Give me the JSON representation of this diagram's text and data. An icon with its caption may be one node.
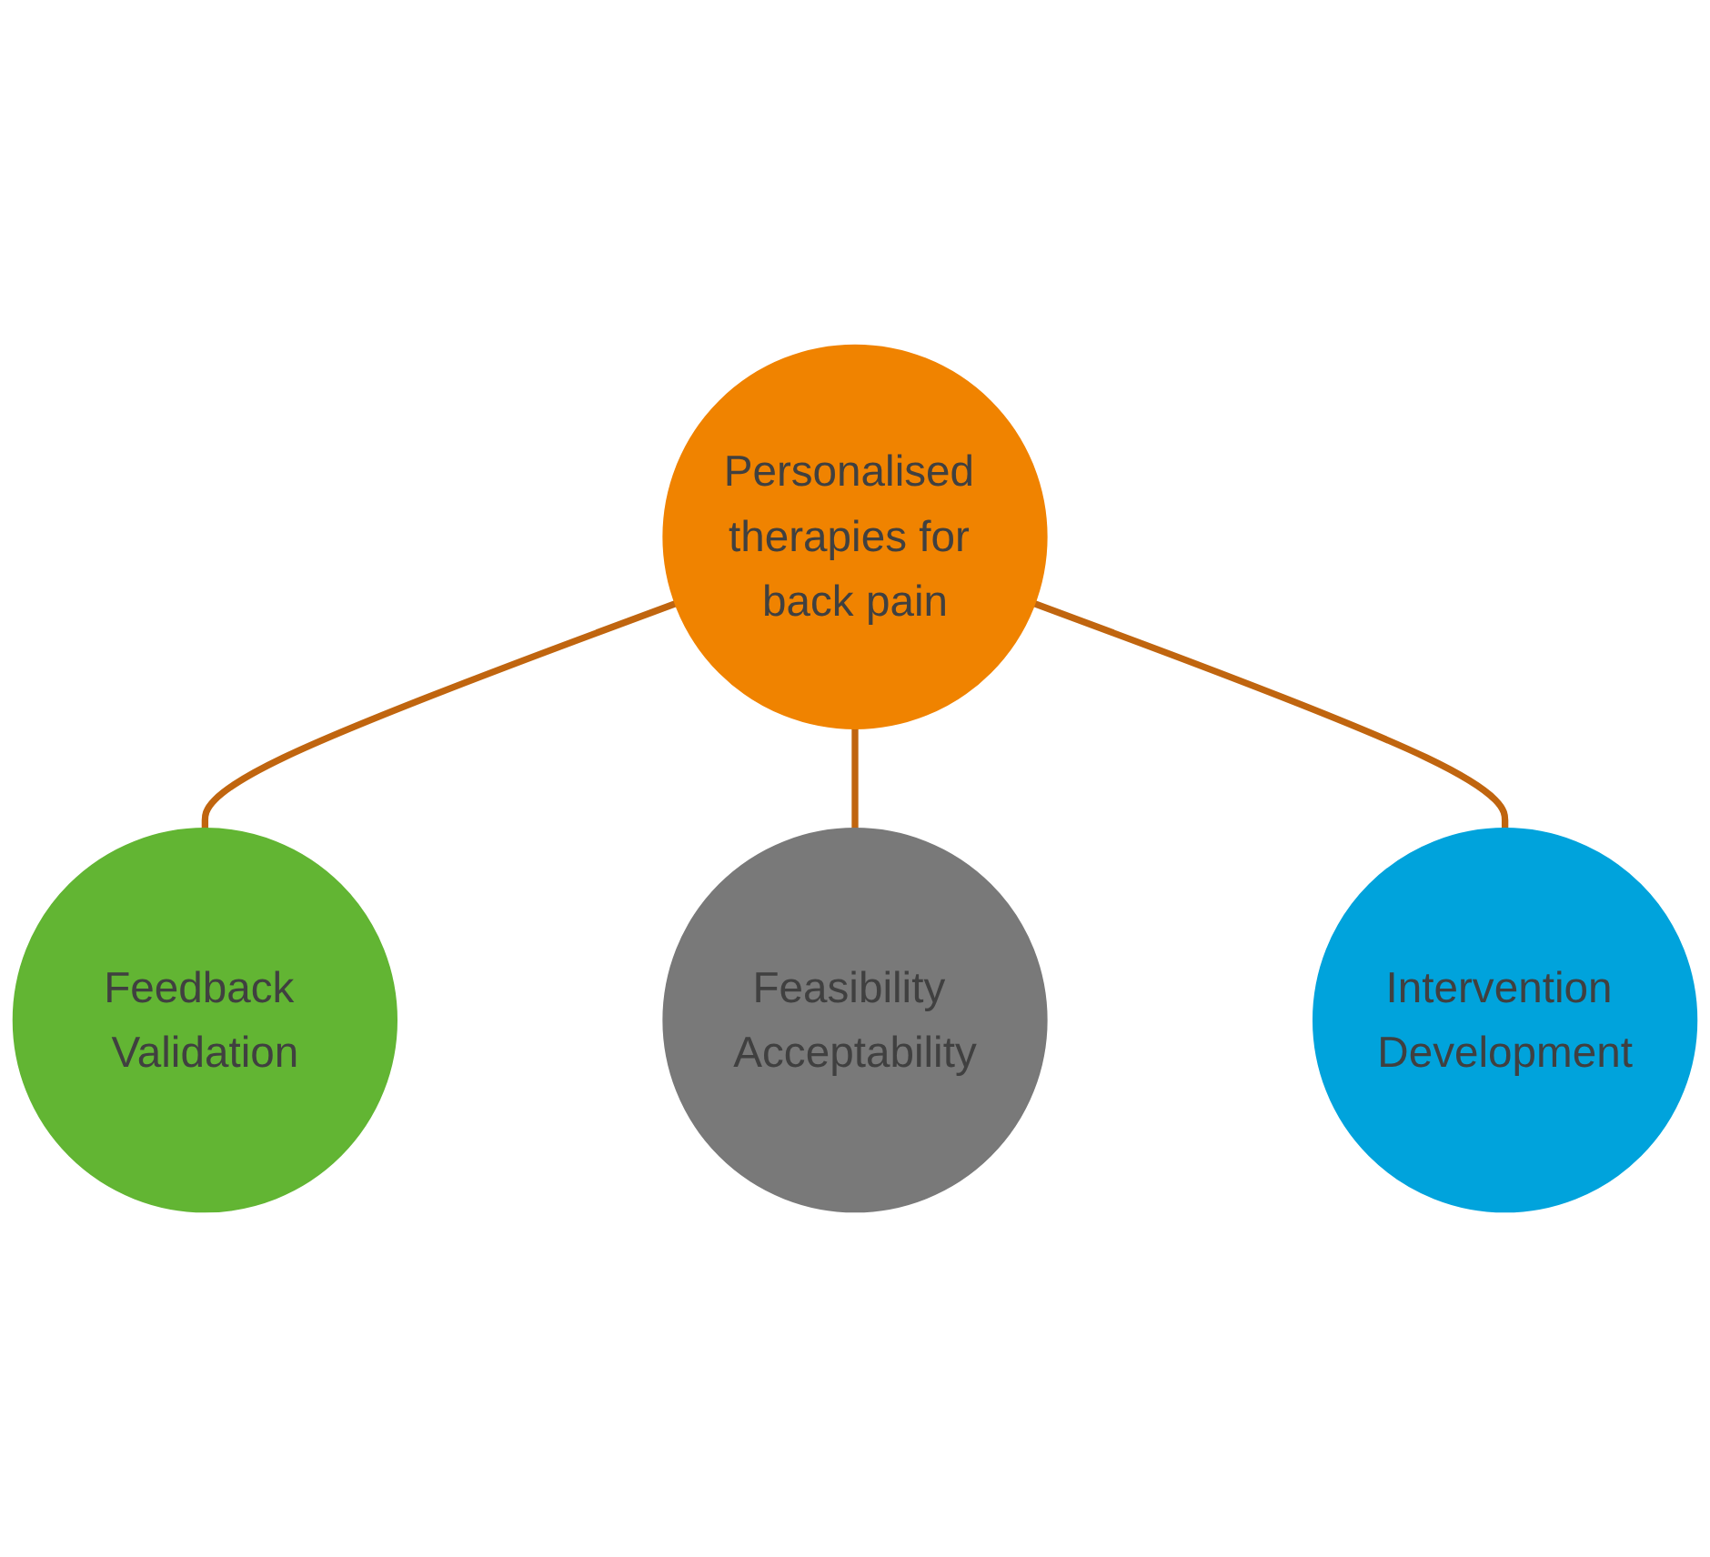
{
  "diagram": {
    "nodes": [
      {
        "text": [
          "Feedback Validation"
        ]
      },
      {
        "text": [
          "Personalised therapies for back pain"
        ]
      },
      {
        "text": [
          "Feasibility Acceptability"
        ]
      },
      {
        "text": [
          "Intervention Development"
        ]
      }
    ],
    "edges": [
      {
        "from": 1,
        "to": 0,
        "arrow": "none"
      },
      {
        "from": 1,
        "to": 2,
        "arrow": "none"
      },
      {
        "from": 1,
        "to": 3,
        "arrow": "none"
      }
    ]
  }
}
